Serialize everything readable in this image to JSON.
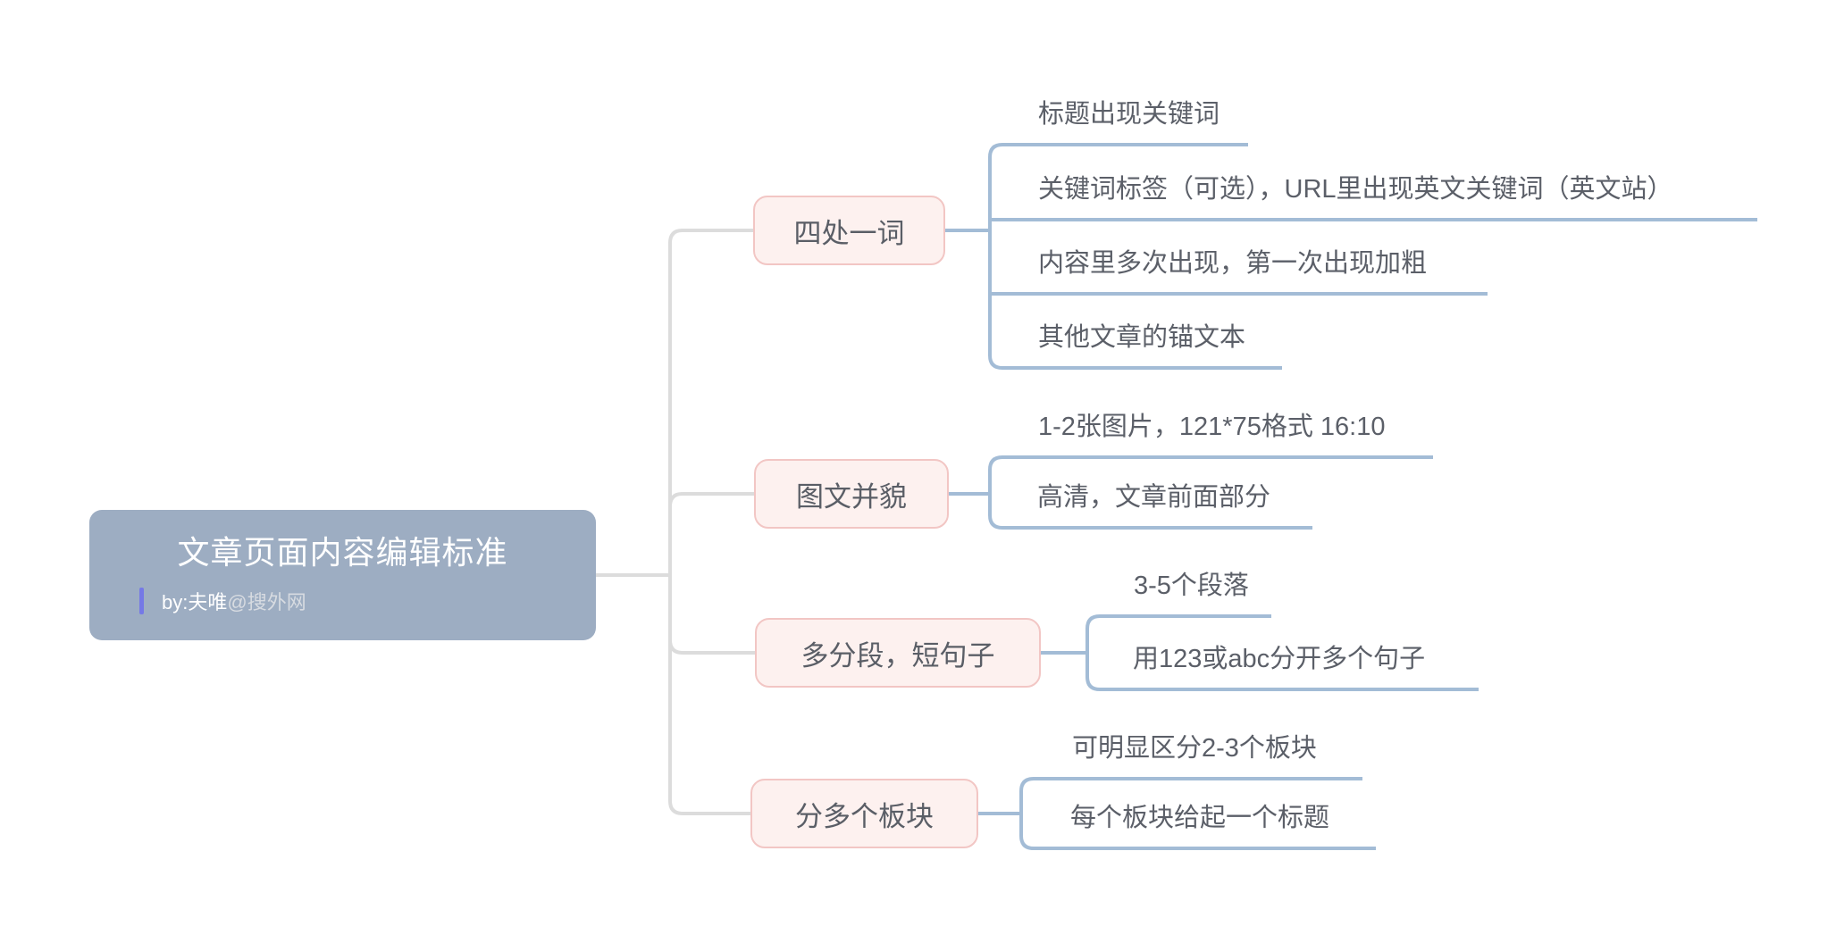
{
  "root": {
    "title": "文章页面内容编辑标准",
    "byline_strong": "by:夫唯",
    "byline_suffix": "@搜外网"
  },
  "branches": [
    {
      "label": "四处一词",
      "children": [
        "标题出现关键词",
        "关键词标签（可选），URL里出现英文关键词（英文站）",
        "内容里多次出现，第一次出现加粗",
        "其他文章的锚文本"
      ]
    },
    {
      "label": "图文并貌",
      "children": [
        "1-2张图片，121*75格式 16:10",
        "高清，文章前面部分"
      ]
    },
    {
      "label": "多分段，短句子",
      "children": [
        "3-5个段落",
        "用123或abc分开多个句子"
      ]
    },
    {
      "label": "分多个板块",
      "children": [
        "可明显区分2-3个板块",
        "每个板块给起一个标题"
      ]
    }
  ],
  "colors": {
    "canvas-bg": "#ffffff",
    "root-fill": "#9dadc2",
    "root-title": "#ffffff",
    "byline-bar": "#7579e6",
    "byline-dim": "#d7dbe1",
    "branch-fill": "#fdf1ef",
    "branch-border": "#f2c6c4",
    "branch-text": "#5a5e66",
    "child-text": "#5b5f68",
    "line-blue": "#a3bcd6",
    "line-gray": "#dcdcdc"
  }
}
